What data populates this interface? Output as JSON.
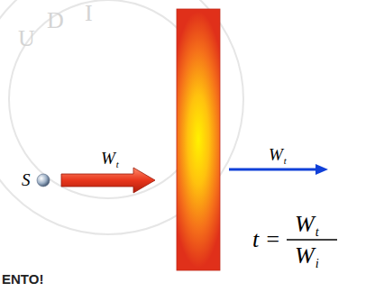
{
  "diagram": {
    "labels": [
      "S",
      "Wt",
      "Wt",
      "t =",
      "Wt",
      "Wi",
      "ENTO!",
      "U",
      "D",
      "I"
    ]
  }
}
